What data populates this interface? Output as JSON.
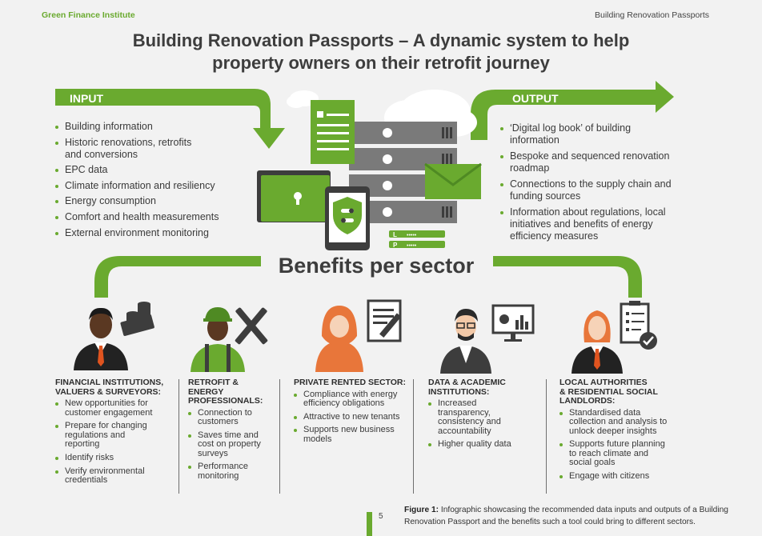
{
  "header": {
    "brand": "Green Finance Institute",
    "doc_title": "Building Renovation Passports"
  },
  "title": {
    "line1": "Building Renovation Passports – A dynamic system to help",
    "line2": "property owners on their retrofit journey"
  },
  "input": {
    "label": "INPUT",
    "items": [
      [
        "Building information"
      ],
      [
        "Historic renovations, retrofits",
        "and conversions"
      ],
      [
        "EPC data"
      ],
      [
        "Climate information and resiliency"
      ],
      [
        "Energy consumption"
      ],
      [
        "Comfort and health measurements"
      ],
      [
        "External environment monitoring"
      ]
    ]
  },
  "output": {
    "label": "OUTPUT",
    "items": [
      [
        "‘Digital log book’ of building",
        "information"
      ],
      [
        "Bespoke and sequenced renovation",
        "roadmap"
      ],
      [
        "Connections to the supply chain and",
        "funding sources"
      ],
      [
        "Information about regulations, local",
        "initiatives and benefits of energy",
        "efficiency measures"
      ]
    ]
  },
  "phone_labels": {
    "l": "L",
    "p": "P",
    "l_dots": "•••••",
    "p_dots": "•••••"
  },
  "benefits_title": "Benefits per sector",
  "sectors": [
    {
      "heading": [
        "FINANCIAL INSTITUTIONS,",
        "VALUERS & SURVEYORS:"
      ],
      "items": [
        [
          "New opportunities for",
          "customer engagement"
        ],
        [
          "Prepare for changing",
          "regulations and",
          "reporting"
        ],
        [
          "Identify risks"
        ],
        [
          "Verify environmental",
          "credentials"
        ]
      ]
    },
    {
      "heading": [
        "RETROFIT & ENERGY",
        "PROFESSIONALS:"
      ],
      "items": [
        [
          "Connection to",
          "customers"
        ],
        [
          "Saves time and",
          "cost on property",
          "surveys"
        ],
        [
          "Performance",
          "monitoring"
        ]
      ]
    },
    {
      "heading": [
        "PRIVATE RENTED SECTOR:"
      ],
      "items": [
        [
          "Compliance with energy",
          "efficiency obligations"
        ],
        [
          "Attractive to new tenants"
        ],
        [
          "Supports new business",
          "models"
        ]
      ]
    },
    {
      "heading": [
        "DATA & ACADEMIC",
        "INSTITUTIONS:"
      ],
      "items": [
        [
          "Increased",
          "transparency,",
          "consistency and",
          "accountability"
        ],
        [
          "Higher quality data"
        ]
      ]
    },
    {
      "heading": [
        "LOCAL AUTHORITIES",
        "& RESIDENTIAL SOCIAL",
        "LANDLORDS:"
      ],
      "items": [
        [
          "Standardised data",
          "collection and analysis to",
          "unlock deeper insights"
        ],
        [
          "Supports future planning",
          "to reach climate and",
          "social goals"
        ],
        [
          "Engage with citizens"
        ]
      ]
    }
  ],
  "footer": {
    "page_number": "5",
    "caption_label": "Figure 1:",
    "caption_line1": " Infographic showcasing the recommended data inputs and outputs of a Building",
    "caption_line2": "Renovation Passport and the benefits such a tool could bring to different sectors."
  },
  "colors": {
    "green": "#6aaa2f",
    "dark_green": "#4f8a23",
    "grey": "#7a7a7a",
    "dark": "#3d3d3d"
  }
}
